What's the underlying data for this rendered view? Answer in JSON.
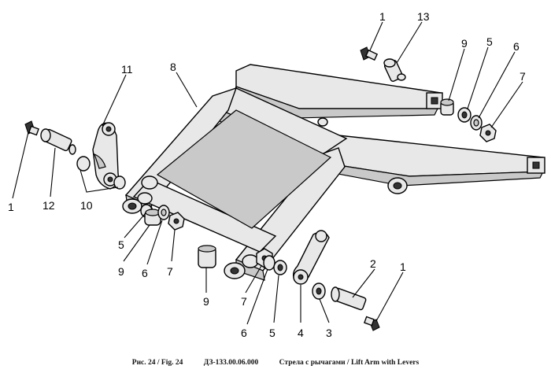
{
  "callouts": {
    "c1_tl": "1",
    "c13": "13",
    "c9_tr": "9",
    "c5_tr": "5",
    "c6_tr": "6",
    "c7_tr": "7",
    "c11": "11",
    "c8": "8",
    "c1_l": "1",
    "c12": "12",
    "c10": "10",
    "c5_m": "5",
    "c9_m": "9",
    "c6_m": "6",
    "c7_m": "7",
    "c9_b": "9",
    "c7_b": "7",
    "c6_b": "6",
    "c5_b": "5",
    "c4": "4",
    "c3": "3",
    "c2": "2",
    "c1_br": "1"
  },
  "caption": {
    "figure": "Рис. 24 / Fig. 24",
    "code": "ДЗ-133.00.06.000",
    "title": "Стрела с рычагами / Lift Arm with Levers"
  }
}
